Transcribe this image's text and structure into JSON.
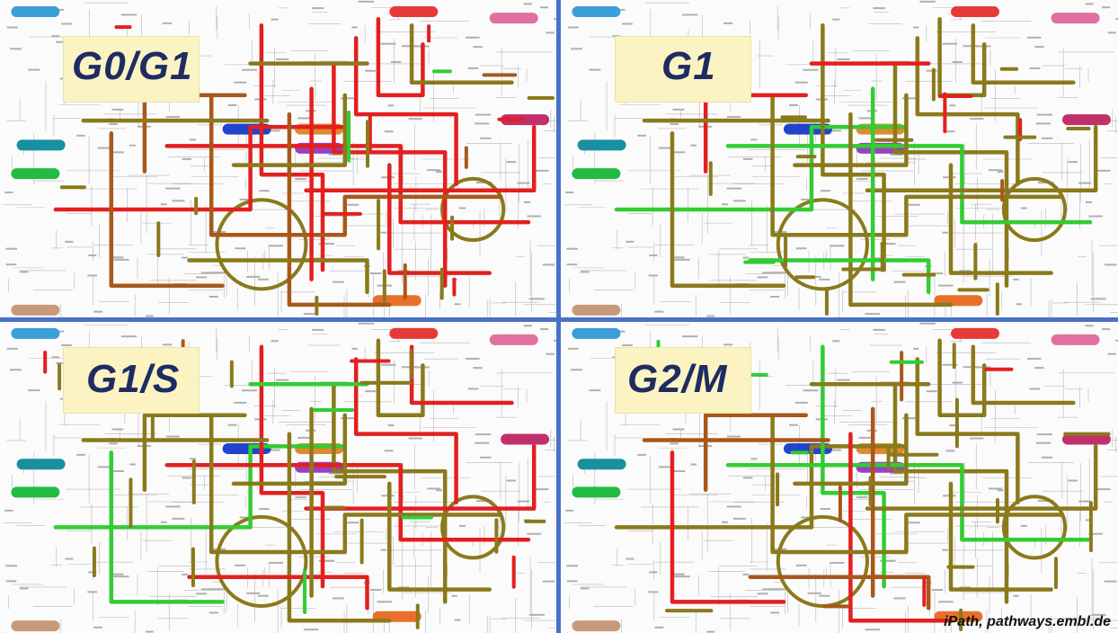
{
  "panels": [
    {
      "id": "p1",
      "label": "G0/G1"
    },
    {
      "id": "p2",
      "label": "G1"
    },
    {
      "id": "p3",
      "label": "G1/S"
    },
    {
      "id": "p4",
      "label": "G2/M"
    }
  ],
  "credit": "iPath, pathways.embl.de",
  "colors": {
    "divider": "#4a72c4",
    "label_text": "#1f2c63",
    "label_box": "#fbf4c2",
    "pathway_olive": "#8a7a1c",
    "pathway_brown": "#a8581a",
    "pathway_red": "#e41f1f",
    "pathway_green": "#33cc33",
    "background_grid": "#9a9a9a"
  }
}
